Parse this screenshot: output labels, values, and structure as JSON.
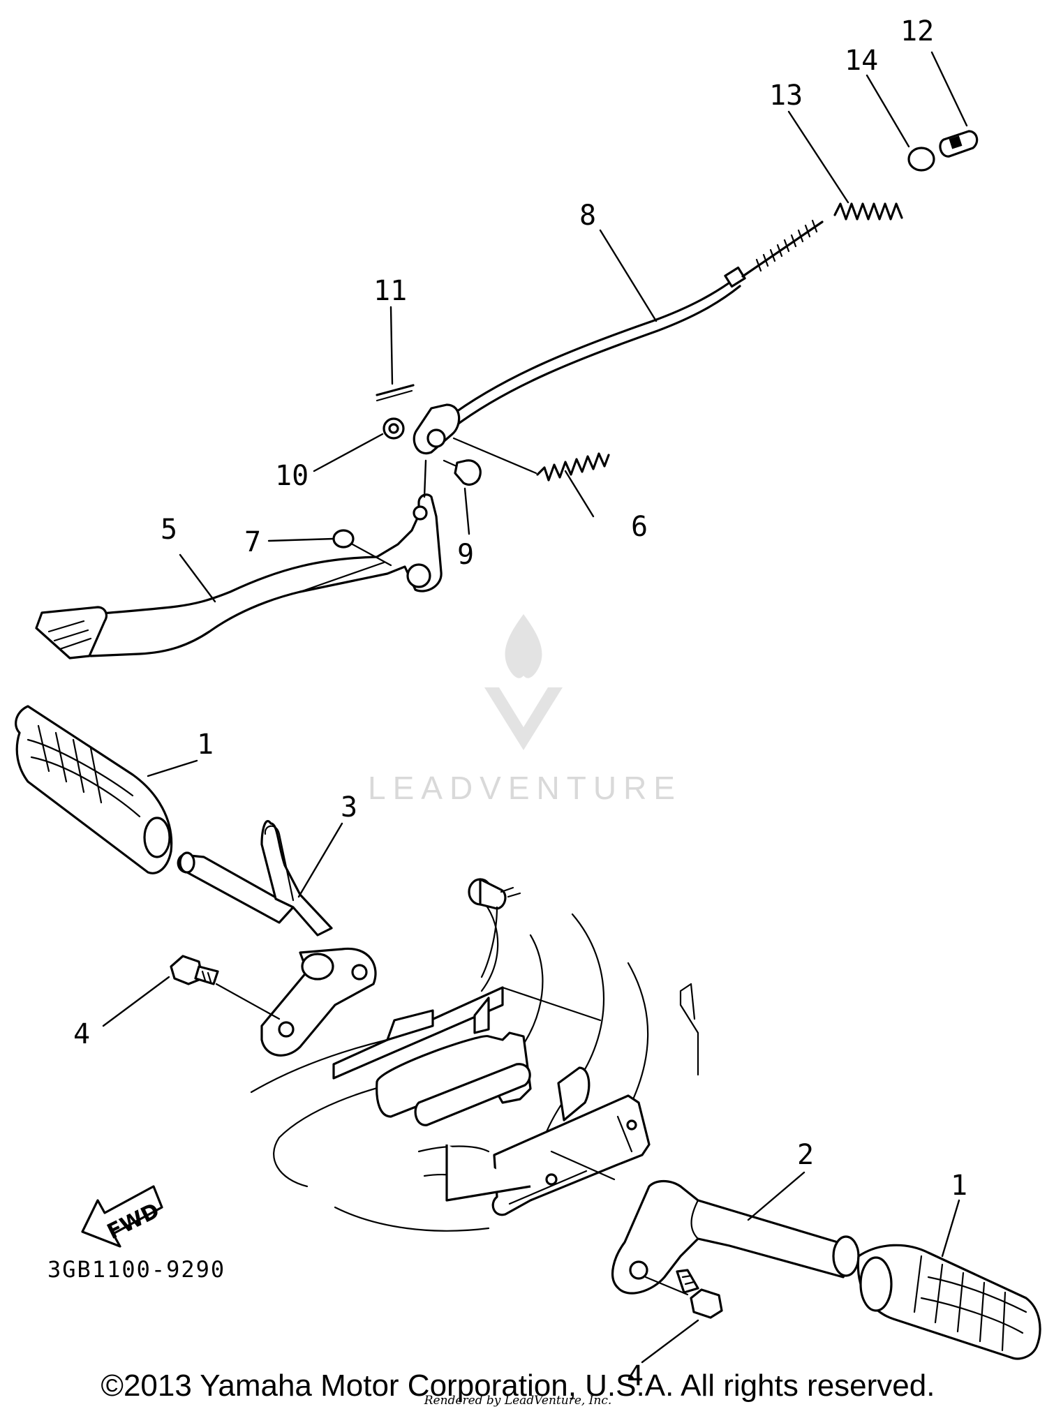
{
  "diagram": {
    "part_code": "3GB1100-9290",
    "direction_label": "FWD",
    "callouts": {
      "c1a": "1",
      "c1b": "1",
      "c2": "2",
      "c3": "3",
      "c4a": "4",
      "c4b": "4",
      "c5": "5",
      "c6": "6",
      "c7": "7",
      "c8": "8",
      "c9": "9",
      "c10": "10",
      "c11": "11",
      "c12": "12",
      "c13": "13",
      "c14": "14"
    }
  },
  "watermark": {
    "text": "LEADVENTURE"
  },
  "footer": {
    "copyright": "©2013 Yamaha Motor Corporation, U.S.A. All rights reserved.",
    "licensed": "Rendered by LeadVenture, Inc."
  },
  "colors": {
    "line": "#000000",
    "watermark": "#d9d9d9",
    "background": "#ffffff"
  }
}
